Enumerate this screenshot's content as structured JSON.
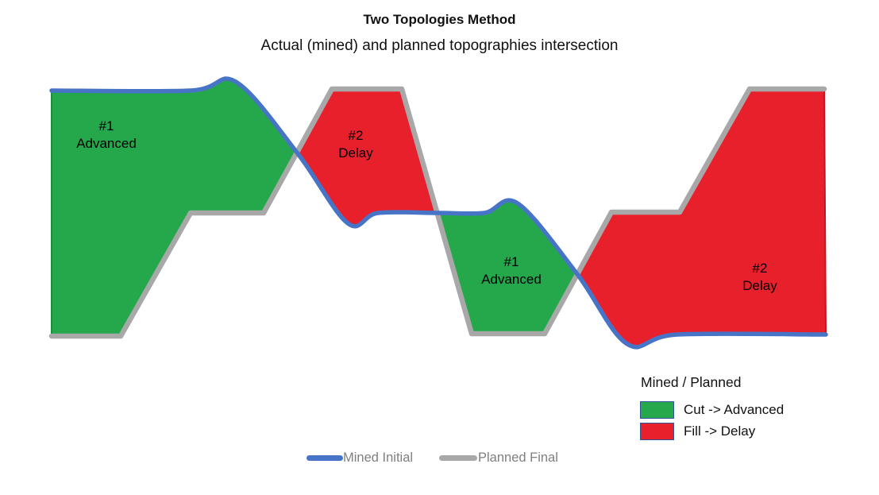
{
  "title": "Two Topologies Method",
  "subtitle": "Actual (mined) and planned topographies intersection",
  "colors": {
    "mined_line": "#4874C8",
    "planned_line": "#A8A8A8",
    "cut_fill": "#24A84B",
    "cut_border": "#1B8F3E",
    "fill_fill": "#E8202C",
    "fill_border": "#C21722",
    "legend_swatch_border": "#2F5597",
    "line_legend_text": "#7F7F7F"
  },
  "chart_data": {
    "type": "area",
    "title": "Two Topologies Method",
    "subtitle": "Actual (mined) and planned topographies intersection",
    "axes": "none visible; x = horizontal position, y = elevation (screen px, smaller y = higher ground)",
    "grid": false,
    "series": [
      {
        "name": "Mined Initial",
        "style": "smooth curve",
        "color": "#4874C8",
        "points": [
          [
            65,
            114
          ],
          [
            240,
            114
          ],
          [
            297,
            103
          ],
          [
            374,
            192
          ],
          [
            438,
            281
          ],
          [
            476,
            268
          ],
          [
            551,
            268
          ],
          [
            610,
            268
          ],
          [
            652,
            256
          ],
          [
            727,
            345
          ],
          [
            790,
            433
          ],
          [
            853,
            421
          ],
          [
            1040,
            421
          ]
        ]
      },
      {
        "name": "Planned Final",
        "style": "straight segments",
        "color": "#A8A8A8",
        "points": [
          [
            65,
            423
          ],
          [
            152,
            423
          ],
          [
            240,
            268
          ],
          [
            332,
            268
          ],
          [
            418,
            112
          ],
          [
            506,
            112
          ],
          [
            594,
            420
          ],
          [
            686,
            420
          ],
          [
            770,
            267
          ],
          [
            856,
            267
          ],
          [
            944,
            112
          ],
          [
            1038,
            112
          ]
        ]
      }
    ],
    "intersections": [
      [
        374,
        192
      ],
      [
        551,
        268
      ],
      [
        727,
        345
      ]
    ],
    "regions": [
      {
        "kind": "cut",
        "label_lines": [
          "#1",
          "Advanced"
        ],
        "color": "#24A84B",
        "border": "#1B8F3E",
        "blue_from": 0,
        "blue_to": 3,
        "back": [
          [
            332,
            268
          ],
          [
            240,
            268
          ],
          [
            152,
            423
          ],
          [
            65,
            423
          ]
        ]
      },
      {
        "kind": "fill",
        "label_lines": [
          "#2",
          "Delay"
        ],
        "color": "#E8202C",
        "border": "#C21722",
        "blue_from": 3,
        "blue_to": 6,
        "back": [
          [
            506,
            112
          ],
          [
            418,
            112
          ]
        ]
      },
      {
        "kind": "cut",
        "label_lines": [
          "#1",
          "Advanced"
        ],
        "color": "#24A84B",
        "border": "#1B8F3E",
        "blue_from": 6,
        "blue_to": 9,
        "back": [
          [
            686,
            420
          ],
          [
            594,
            420
          ]
        ]
      },
      {
        "kind": "fill",
        "label_lines": [
          "#2",
          "Delay"
        ],
        "color": "#E8202C",
        "border": "#C21722",
        "blue_from": 9,
        "blue_to": 12,
        "back": [
          [
            1038,
            112
          ],
          [
            944,
            112
          ],
          [
            856,
            267
          ],
          [
            770,
            267
          ]
        ]
      }
    ]
  },
  "legend": {
    "heading": "Mined / Planned",
    "items": [
      {
        "label": "Cut -> Advanced",
        "color": "#24A84B"
      },
      {
        "label": "Fill -> Delay",
        "color": "#E8202C"
      }
    ]
  },
  "line_legend": {
    "items": [
      {
        "label": "Mined Initial",
        "color": "#4874C8"
      },
      {
        "label": "Planned Final",
        "color": "#A8A8A8"
      }
    ]
  }
}
